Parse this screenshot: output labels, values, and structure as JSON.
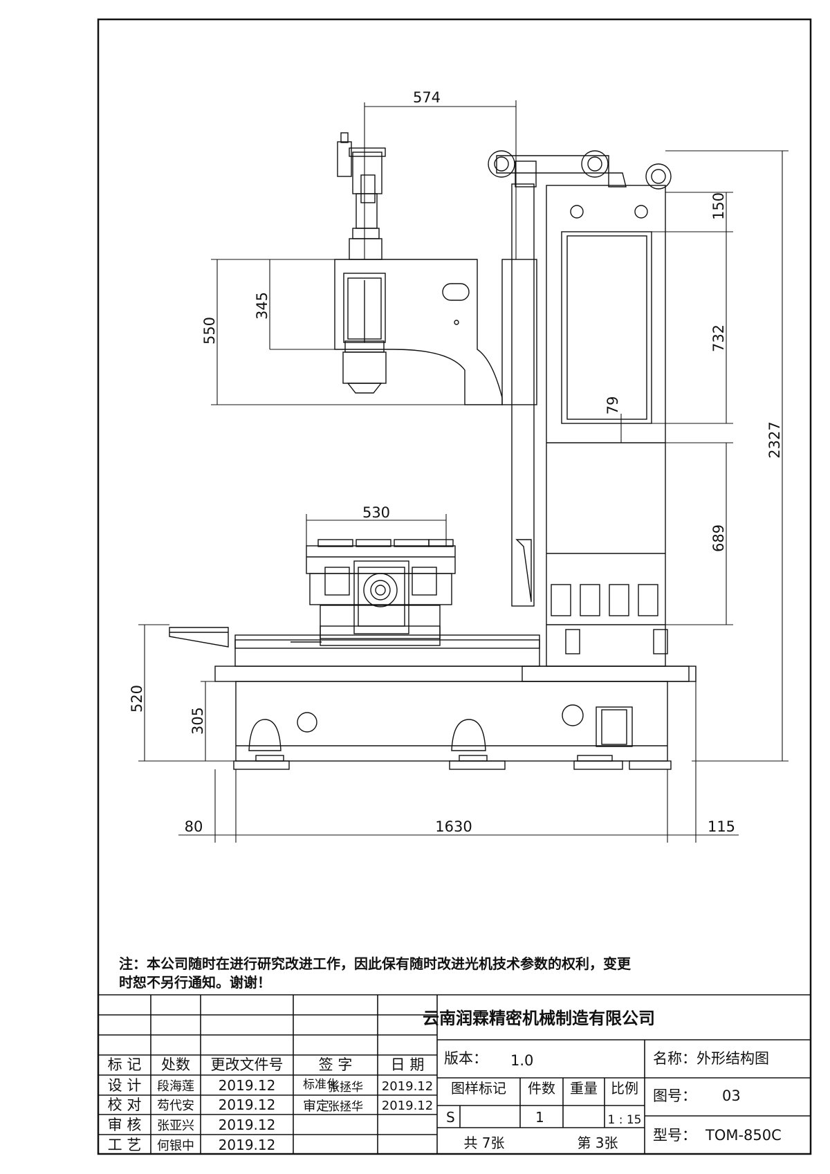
{
  "dimensions": {
    "d574": "574",
    "d550": "550",
    "d345": "345",
    "d150": "150",
    "d732": "732",
    "d79": "79",
    "d2327": "2327",
    "d689": "689",
    "d530": "530",
    "d520": "520",
    "d305": "305",
    "d80": "80",
    "d1630": "1630",
    "d115": "115"
  },
  "note": {
    "line1": "注：本公司随时在进行研究改进工作，因此保有随时改进光机技术参数的权利，变更",
    "line2": "时恕不另行通知。谢谢！"
  },
  "title_block": {
    "company": "云南润霖精密机械制造有限公司",
    "headers": {
      "mark": "标 记",
      "place": "处数",
      "file": "更改文件号",
      "sign": "签 字",
      "date": "日 期"
    },
    "roles": [
      {
        "role": "设 计",
        "name": "段海莲",
        "date": "2019.12"
      },
      {
        "role": "校 对",
        "name": "芶代安",
        "date": "2019.12"
      },
      {
        "role": "审 核",
        "name": "张亚兴",
        "date": "2019.12"
      },
      {
        "role": "工 艺",
        "name": "何银中",
        "date": "2019.12"
      }
    ],
    "standardization": {
      "label": "标准化",
      "name": "张拯华",
      "date": "2019.12"
    },
    "approval": {
      "label": "审定",
      "name": "张拯华",
      "date": "2019.12"
    },
    "version_label": "版本：",
    "version": "1.0",
    "name_label": "名称：外形结构图",
    "sample_mark": "图样标记",
    "qty": "件数",
    "weight": "重量",
    "scale": "比例",
    "mark_value": "S",
    "qty_value": "1",
    "scale_value": "1 : 15",
    "total_sheets": "共 7张",
    "sheet": "第 3张",
    "drawing_no_label": "图号：",
    "drawing_no": "03",
    "model_label": "型号：",
    "model": "TOM-850C"
  }
}
